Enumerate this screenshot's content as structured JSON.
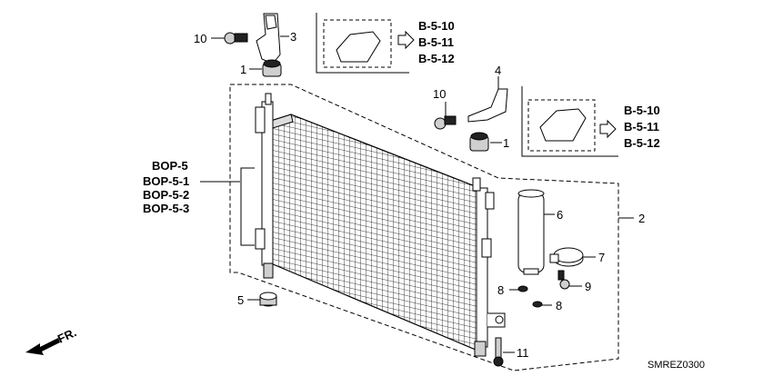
{
  "diagram": {
    "callouts": {
      "c1a": "1",
      "c1b": "1",
      "c2": "2",
      "c3": "3",
      "c4": "4",
      "c5": "5",
      "c6": "6",
      "c7": "7",
      "c8a": "8",
      "c8b": "8",
      "c9": "9",
      "c10a": "10",
      "c10b": "10",
      "c11": "11"
    },
    "ref_group_top": [
      "B-5-10",
      "B-5-11",
      "B-5-12"
    ],
    "ref_group_mid": [
      "B-5-10",
      "B-5-11",
      "B-5-12"
    ],
    "ref_group_left": [
      "BOP-5",
      "BOP-5-1",
      "BOP-5-2",
      "BOP-5-3"
    ],
    "direction_label": "FR.",
    "drawing_code": "SMREZ0300"
  }
}
